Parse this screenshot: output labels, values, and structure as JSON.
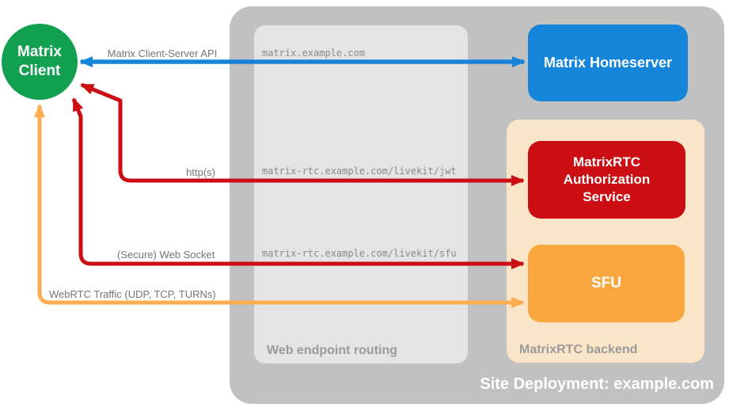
{
  "diagram": {
    "title": "Site Deployment: example.com"
  },
  "client": {
    "label": "Matrix Client",
    "color": "#10A050"
  },
  "homeserver": {
    "label": "Matrix Homeserver",
    "color": "#1585DB"
  },
  "auth_service": {
    "label": "MatrixRTC Authorization Service",
    "color": "#CA0E13"
  },
  "sfu": {
    "label": "SFU",
    "color": "#F9A73E"
  },
  "routing": {
    "label": "Web endpoint routing",
    "endpoints": [
      "matrix.example.com",
      "matrix-rtc.example.com/livekit/jwt",
      "matrix-rtc.example.com/livekit/sfu"
    ]
  },
  "backend": {
    "label": "MatrixRTC backend"
  },
  "containers": {
    "site_deployment_color": "#C1C1C1",
    "routing_zone_color": "#E4E4E4",
    "backend_zone_color": "#FBE5C8"
  },
  "arrows": [
    {
      "label": "Matrix Client-Server API",
      "color": "#1585DB"
    },
    {
      "label": "http(s)",
      "color": "#CA0E13"
    },
    {
      "label": "(Secure) Web Socket",
      "color": "#CA0E13"
    },
    {
      "label": "WebRTC Traffic (UDP, TCP, TURNs)",
      "color": "#FBAD4F"
    }
  ]
}
